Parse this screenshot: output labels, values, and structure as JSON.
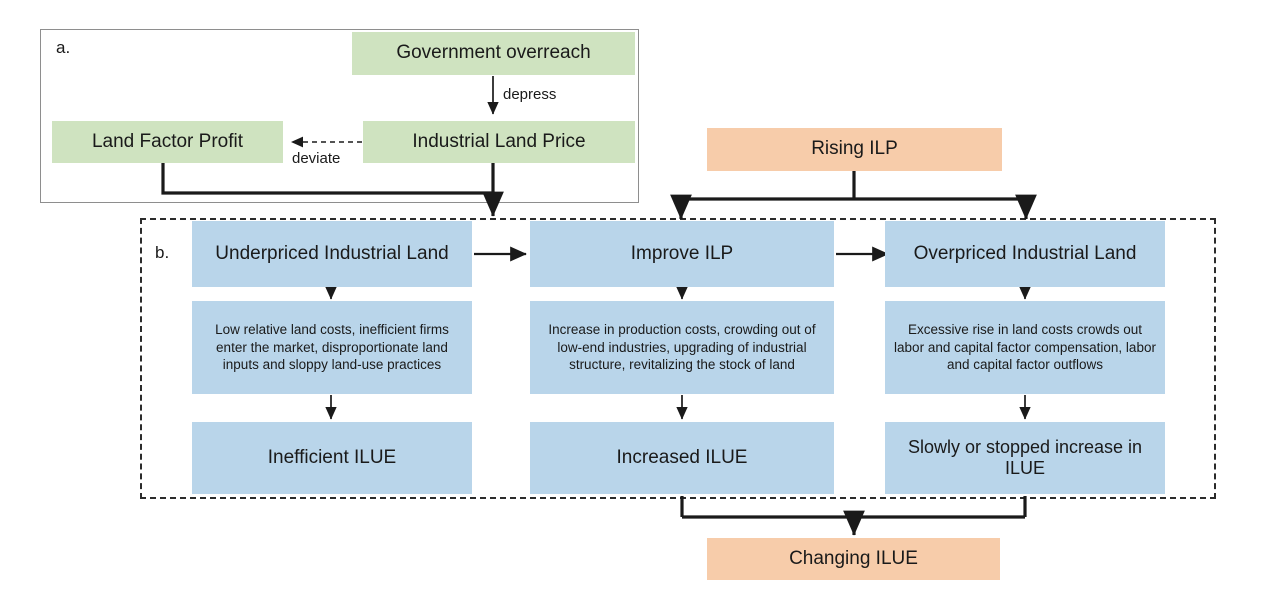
{
  "panels": {
    "a": {
      "label": "a."
    },
    "b": {
      "label": "b."
    }
  },
  "colors": {
    "green": "#cfe3c0",
    "blue": "#b9d5ea",
    "peach": "#f7ccaa",
    "line": "#1a1a1a",
    "frame_solid": "#8e8e8e",
    "frame_dashed": "#2b2b2b"
  },
  "panel_a": {
    "nodes": {
      "government_overreach": "Government overreach",
      "industrial_land_price": "Industrial Land Price",
      "land_factor_profit": "Land Factor Profit"
    },
    "edge_labels": {
      "depress": "depress",
      "deviate": "deviate"
    }
  },
  "panel_b": {
    "columns": [
      {
        "state": "Underpriced Industrial Land",
        "detail": "Low relative land costs, inefficient firms enter the market, disproportionate land inputs and sloppy land-use practices",
        "outcome": "Inefficient ILUE"
      },
      {
        "state": "Improve ILP",
        "detail": "Increase in production costs, crowding out of low-end industries, upgrading of industrial structure, revitalizing the stock of land",
        "outcome": "Increased ILUE"
      },
      {
        "state": "Overpriced Industrial Land",
        "detail": "Excessive rise in land costs crowds out labor and capital factor compensation, labor and capital factor outflows",
        "outcome": "Slowly or stopped increase in ILUE"
      }
    ]
  },
  "external": {
    "rising_ilp": "Rising ILP",
    "changing_ilue": "Changing ILUE"
  }
}
